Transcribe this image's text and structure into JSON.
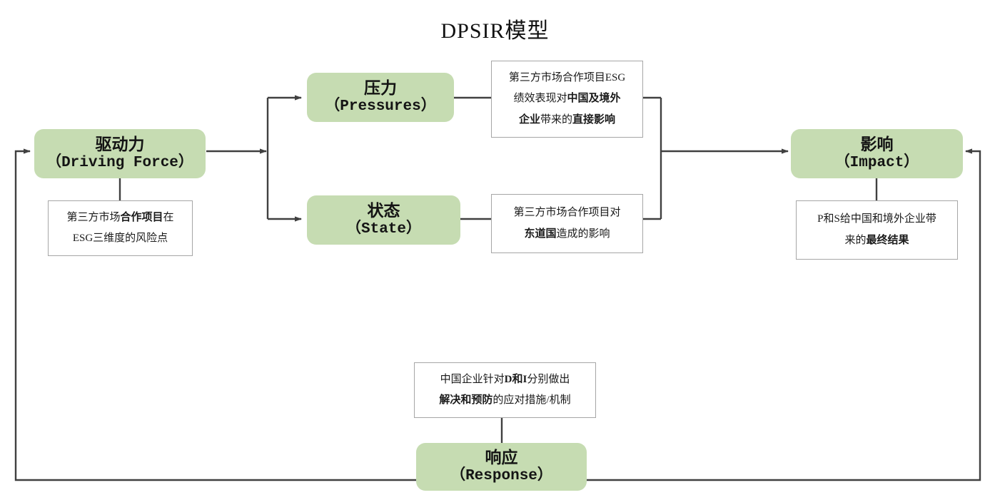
{
  "title": "DPSIR模型",
  "palette": {
    "node_fill": "#c6dcb2",
    "note_border": "#a6a6a6",
    "wire": "#404040",
    "text": "#1a1a1a",
    "background": "#ffffff"
  },
  "nodes": {
    "driving_force": {
      "cn": "驱动力",
      "en": "（Driving Force）"
    },
    "pressures": {
      "cn": "压力",
      "en": "（Pressures）"
    },
    "state": {
      "cn": "状态",
      "en": "（State）"
    },
    "impact": {
      "cn": "影响",
      "en": "（Impact）"
    },
    "response": {
      "cn": "响应",
      "en": "（Response）"
    }
  },
  "notes": {
    "driving_force_note": {
      "line1_plain_a": "第三方市场",
      "line1_bold": "合作项目",
      "line1_plain_b": "在",
      "line2": "ESG三维度的风险点"
    },
    "pressures_note": {
      "line1": "第三方市场合作项目ESG",
      "line2_plain": "绩效表现对",
      "line2_bold": "中国及境外",
      "line3_bold_a": "企业",
      "line3_plain": "带来的",
      "line3_bold_b": "直接影响"
    },
    "state_note": {
      "line1": "第三方市场合作项目对",
      "line2_bold": "东道国",
      "line2_plain": "造成的影响"
    },
    "impact_note": {
      "line1": "P和S给中国和境外企业带",
      "line2_plain": "来的",
      "line2_bold": "最终结果"
    },
    "response_note": {
      "line1_plain_a": "中国企业针对",
      "line1_bold": "D和I",
      "line1_plain_b": "分别做出",
      "line2_bold": "解决和预防",
      "line2_plain": "的应对措施/机制"
    }
  },
  "connectors": [
    {
      "name": "driving-force-to-branch",
      "kind": "arrow"
    },
    {
      "name": "branch-to-pressures",
      "kind": "arrow"
    },
    {
      "name": "branch-to-state",
      "kind": "arrow"
    },
    {
      "name": "pressures-note-to-merge",
      "kind": "line"
    },
    {
      "name": "state-note-to-merge",
      "kind": "line"
    },
    {
      "name": "merge-to-impact",
      "kind": "arrow"
    },
    {
      "name": "driving-force-to-note",
      "kind": "line"
    },
    {
      "name": "impact-to-note",
      "kind": "line"
    },
    {
      "name": "response-note-to-response",
      "kind": "line"
    },
    {
      "name": "response-to-driving-force-feedback",
      "kind": "arrow"
    },
    {
      "name": "response-to-impact-feedback",
      "kind": "arrow"
    }
  ]
}
